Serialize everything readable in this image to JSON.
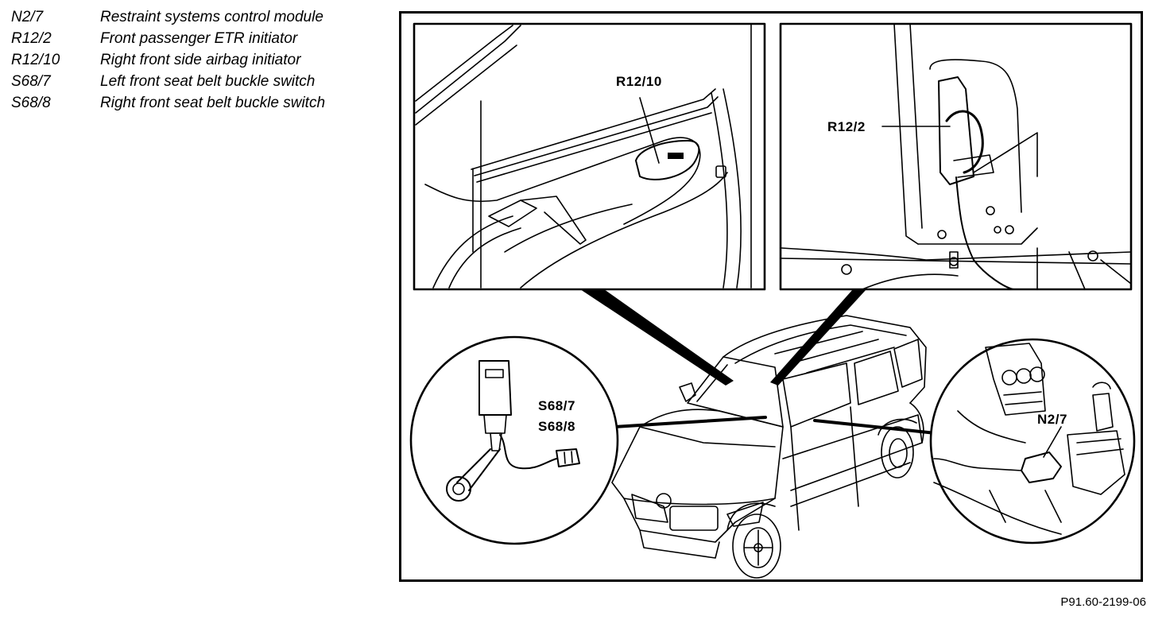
{
  "legend": [
    {
      "code": "N2/7",
      "description": "Restraint systems control module"
    },
    {
      "code": "R12/2",
      "description": "Front passenger ETR initiator"
    },
    {
      "code": "R12/10",
      "description": "Right front side airbag initiator"
    },
    {
      "code": "S68/7",
      "description": "Left front seat belt buckle switch"
    },
    {
      "code": "S68/8",
      "description": "Right front seat belt buckle switch"
    }
  ],
  "callouts": {
    "door_panel": "R12/10",
    "pillar": "R12/2",
    "buckle_1": "S68/7",
    "buckle_2": "S68/8",
    "control_module": "N2/7"
  },
  "figure_id": "P91.60-2199-06"
}
